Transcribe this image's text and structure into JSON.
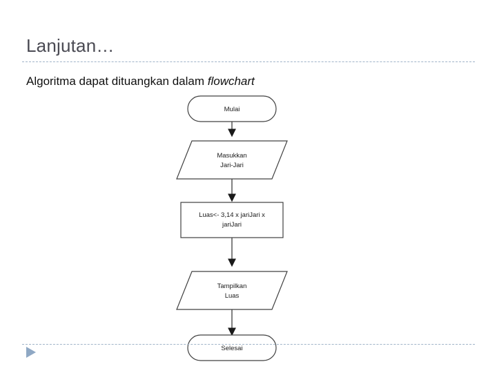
{
  "slide": {
    "title": "Lanjutan…",
    "subtitle_prefix": "Algoritma dapat dituangkan dalam ",
    "subtitle_emphasis": "flowchart"
  },
  "colors": {
    "title": "#4a4a53",
    "rule": "#9fb3c8",
    "triangle": "#8fa8c4",
    "shape_stroke": "#404040",
    "shape_fill": "#ffffff",
    "connector": "#808080",
    "arrowhead": "#1a1a1a",
    "text": "#1a1a1a"
  },
  "flowchart": {
    "nodes": [
      {
        "id": "start",
        "shape": "terminator",
        "lines": [
          "Mulai"
        ]
      },
      {
        "id": "input",
        "shape": "parallelogram",
        "lines": [
          "Masukkan",
          "Jari-Jari"
        ]
      },
      {
        "id": "process",
        "shape": "rectangle",
        "lines": [
          "Luas<- 3,14 x jariJari x",
          "jariJari"
        ]
      },
      {
        "id": "output",
        "shape": "parallelogram",
        "lines": [
          "Tampilkan",
          "Luas"
        ]
      },
      {
        "id": "end",
        "shape": "terminator",
        "lines": [
          "Selesai"
        ]
      }
    ],
    "edges": [
      {
        "from": "start",
        "to": "input"
      },
      {
        "from": "input",
        "to": "process"
      },
      {
        "from": "process",
        "to": "output"
      },
      {
        "from": "output",
        "to": "end"
      }
    ]
  }
}
